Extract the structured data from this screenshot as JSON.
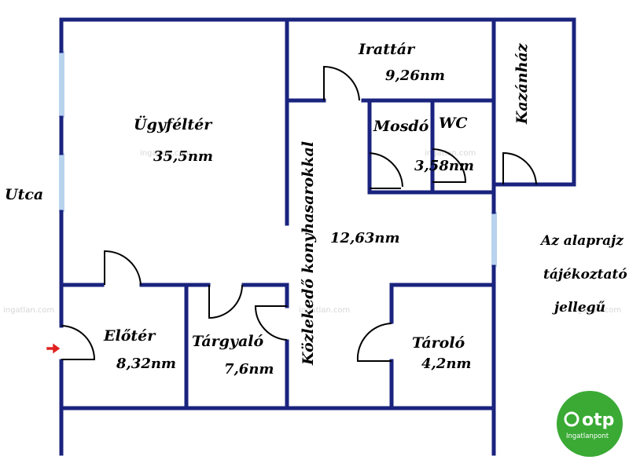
{
  "street_label": "Utca",
  "rooms": {
    "ugyfelter": {
      "name": "Ügyféltér",
      "area": "35,5nm"
    },
    "irattar": {
      "name": "Irattár",
      "area": "9,26nm"
    },
    "mosdo": {
      "name": "Mosdó"
    },
    "wc": {
      "name": "WC",
      "area": "3,58nm"
    },
    "kazanhaz": {
      "name": "Kazánház"
    },
    "kozlekedo": {
      "name": "Közlekedő konyhasarokkal",
      "area": "12,63nm"
    },
    "eloter": {
      "name": "Előtér",
      "area": "8,32nm"
    },
    "targyalo": {
      "name": "Tárgyaló",
      "area": "7,6nm"
    },
    "tarolo": {
      "name": "Tároló",
      "area": "4,2nm"
    }
  },
  "note": {
    "line1": "Az alaprajz",
    "line2": "tájékoztató",
    "line3": "jellegű"
  },
  "logo": {
    "main": "otp",
    "sub": "Ingatlanpont"
  },
  "watermark": "ingatlan.com",
  "colors": {
    "wall": "#1a237e",
    "window": "#b8d3ee",
    "logo": "#3aaa35",
    "entry_arrow": "#e02020"
  }
}
